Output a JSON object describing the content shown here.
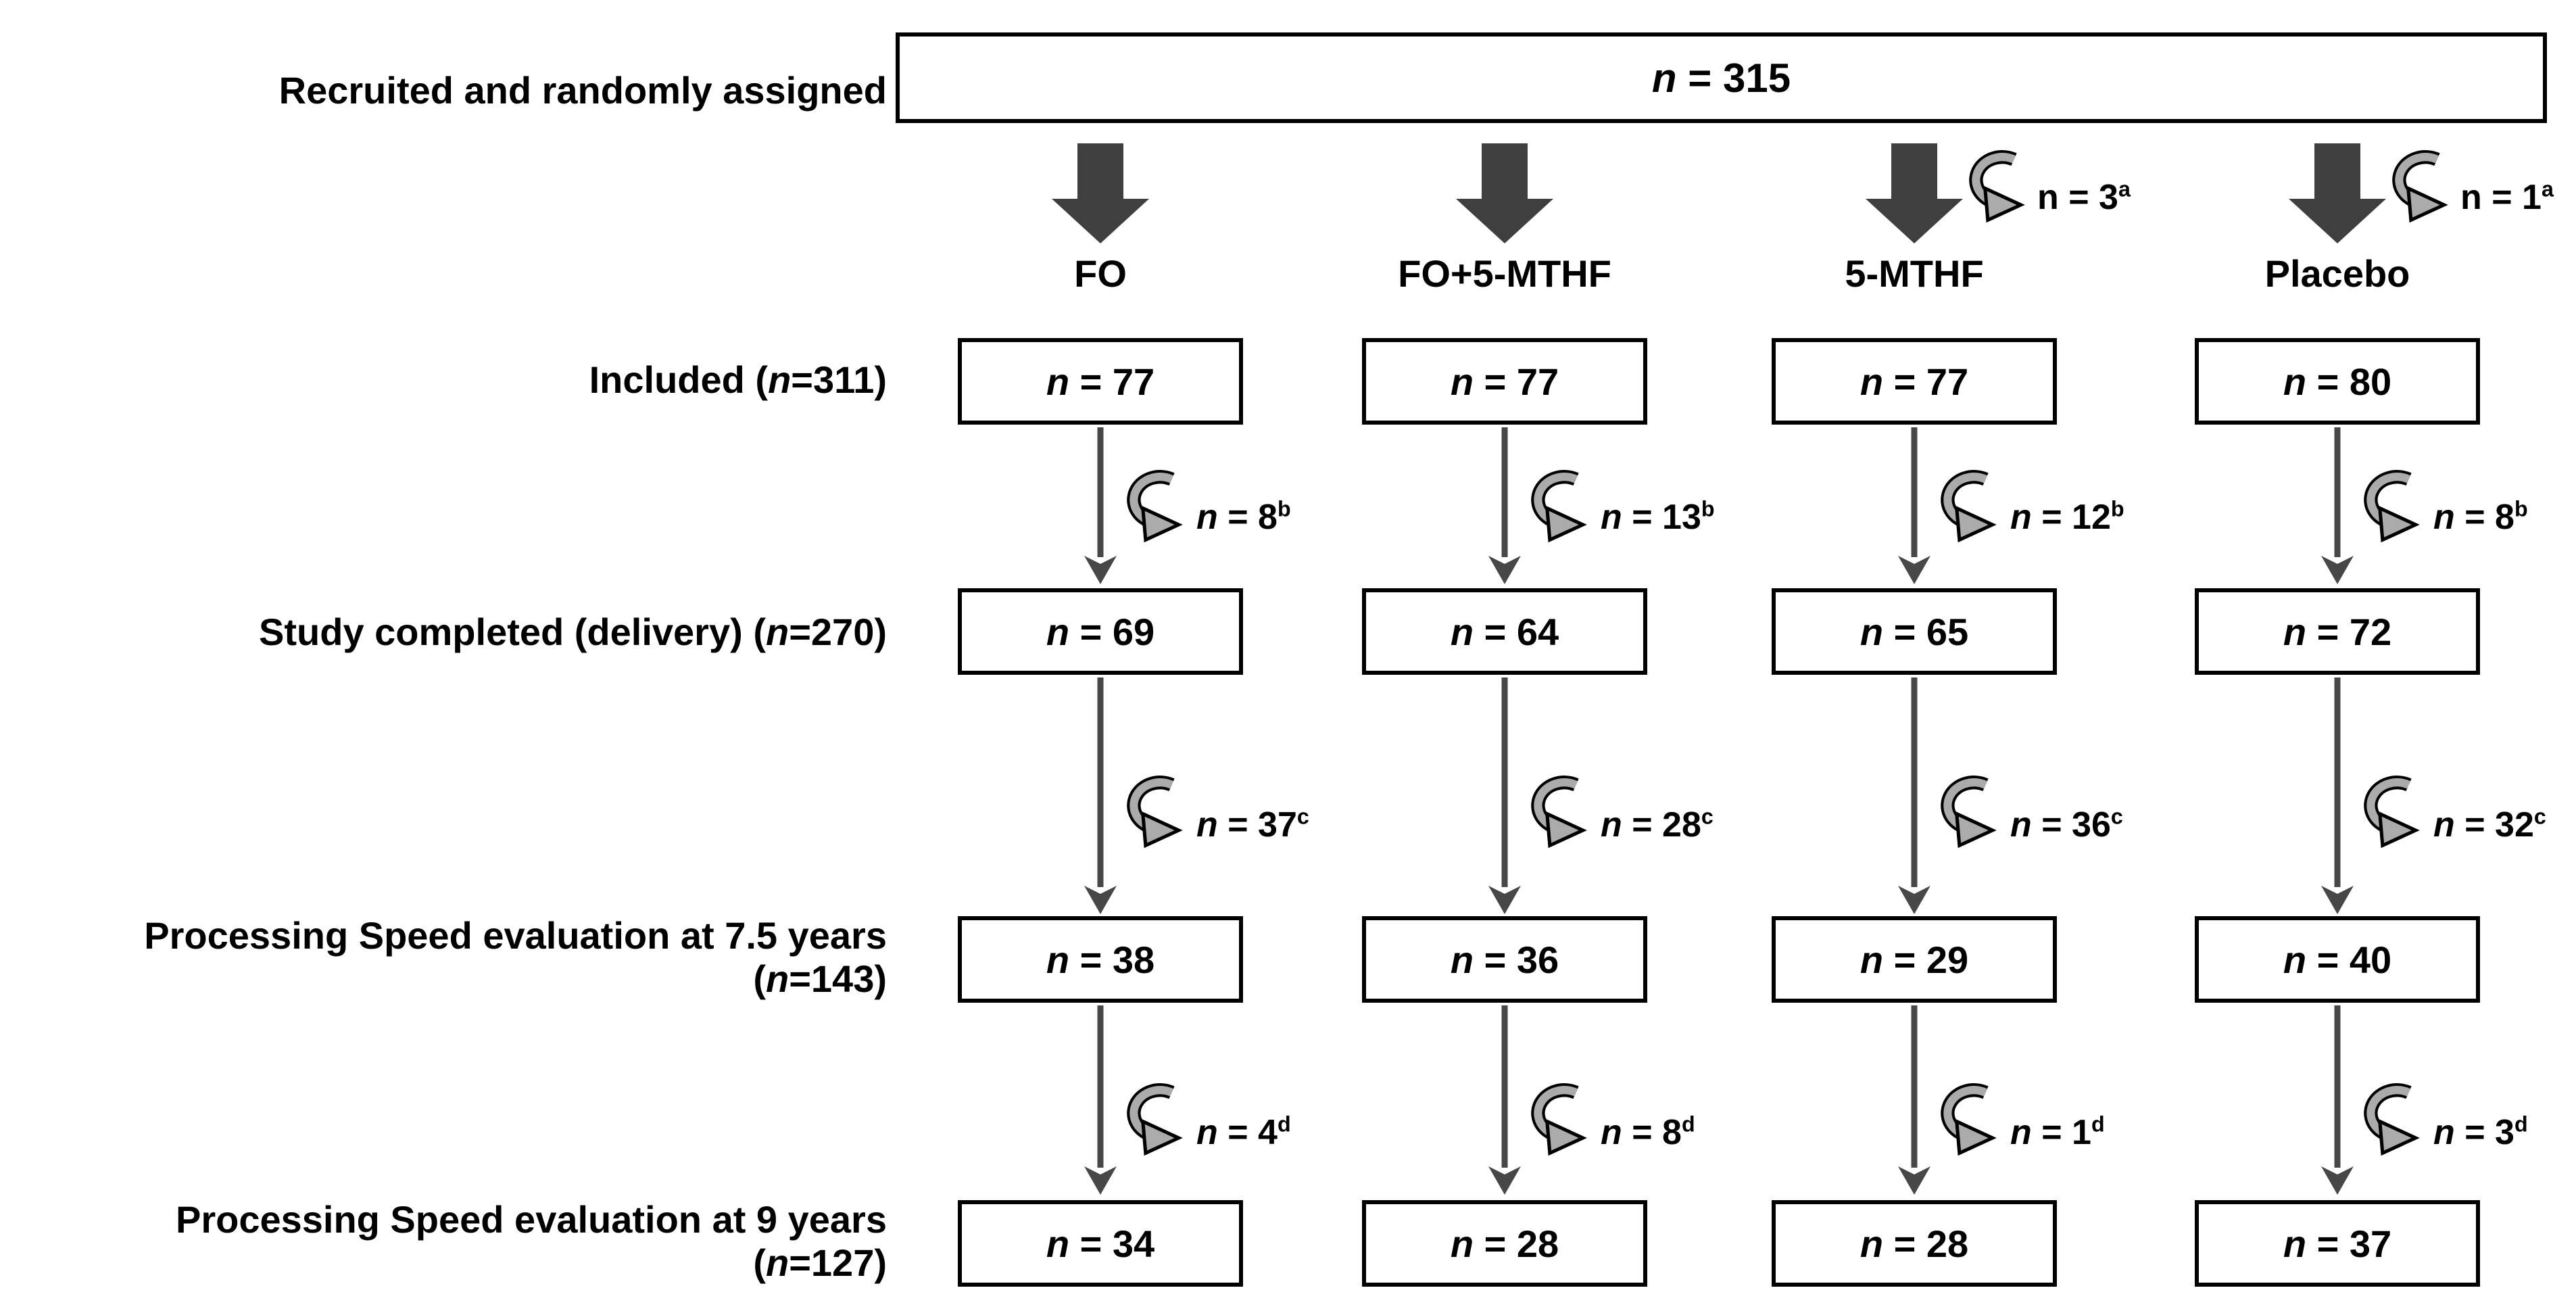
{
  "labels": {
    "recruited": {
      "text": "Recruited and randomly assigned"
    },
    "included": {
      "prefix": "Included (",
      "nvar": "n",
      "suffix": "=311)"
    },
    "completed": {
      "prefix": "Study completed (delivery) (",
      "nvar": "n",
      "suffix": "=270)"
    },
    "ps75": {
      "line1": "Processing Speed evaluation at 7.5 years",
      "prefix": "(",
      "nvar": "n",
      "suffix": "=143)"
    },
    "ps9": {
      "line1": "Processing Speed evaluation at 9 years",
      "prefix": "(",
      "nvar": "n",
      "suffix": "=127)"
    }
  },
  "top_box": {
    "nvar": "n",
    "rest": " = 315"
  },
  "columns": [
    {
      "name": "FO",
      "boxes": [
        {
          "nvar": "n",
          "rest": " = 77"
        },
        {
          "nvar": "n",
          "rest": " = 69"
        },
        {
          "nvar": "n",
          "rest": " = 38"
        },
        {
          "nvar": "n",
          "rest": " = 34"
        }
      ],
      "dropouts": {
        "b": {
          "nvar": "n",
          "rest": " = 8",
          "sup": "b"
        },
        "c": {
          "nvar": "n",
          "rest": " = 37",
          "sup": "c"
        },
        "d": {
          "nvar": "n",
          "rest": " = 4",
          "sup": "d"
        }
      }
    },
    {
      "name": "FO+5-MTHF",
      "boxes": [
        {
          "nvar": "n",
          "rest": " = 77"
        },
        {
          "nvar": "n",
          "rest": " = 64"
        },
        {
          "nvar": "n",
          "rest": " = 36"
        },
        {
          "nvar": "n",
          "rest": " = 28"
        }
      ],
      "dropouts": {
        "b": {
          "nvar": "n",
          "rest": " = 13",
          "sup": "b"
        },
        "c": {
          "nvar": "n",
          "rest": " = 28",
          "sup": "c"
        },
        "d": {
          "nvar": "n",
          "rest": " = 8",
          "sup": "d"
        }
      }
    },
    {
      "name": "5-MTHF",
      "boxes": [
        {
          "nvar": "n",
          "rest": " = 77"
        },
        {
          "nvar": "n",
          "rest": " = 65"
        },
        {
          "nvar": "n",
          "rest": " = 29"
        },
        {
          "nvar": "n",
          "rest": " = 28"
        }
      ],
      "dropouts": {
        "a": {
          "nvar": "n",
          "rest": " = 3",
          "sup": "a"
        },
        "b": {
          "nvar": "n",
          "rest": " = 12",
          "sup": "b"
        },
        "c": {
          "nvar": "n",
          "rest": " = 36",
          "sup": "c"
        },
        "d": {
          "nvar": "n",
          "rest": " = 1",
          "sup": "d"
        }
      }
    },
    {
      "name": "Placebo",
      "boxes": [
        {
          "nvar": "n",
          "rest": " = 80"
        },
        {
          "nvar": "n",
          "rest": " = 72"
        },
        {
          "nvar": "n",
          "rest": " = 40"
        },
        {
          "nvar": "n",
          "rest": " = 37"
        }
      ],
      "dropouts": {
        "a": {
          "nvar": "n",
          "rest": " = 1",
          "sup": "a"
        },
        "b": {
          "nvar": "n",
          "rest": " = 8",
          "sup": "b"
        },
        "c": {
          "nvar": "n",
          "rest": " = 32",
          "sup": "c"
        },
        "d": {
          "nvar": "n",
          "rest": " = 3",
          "sup": "d"
        }
      }
    }
  ],
  "colors": {
    "block_arrow": "#3f3f3f",
    "connector": "#474747",
    "loop_fill": "#ababab",
    "outline": "#000000",
    "background": "#ffffff"
  }
}
